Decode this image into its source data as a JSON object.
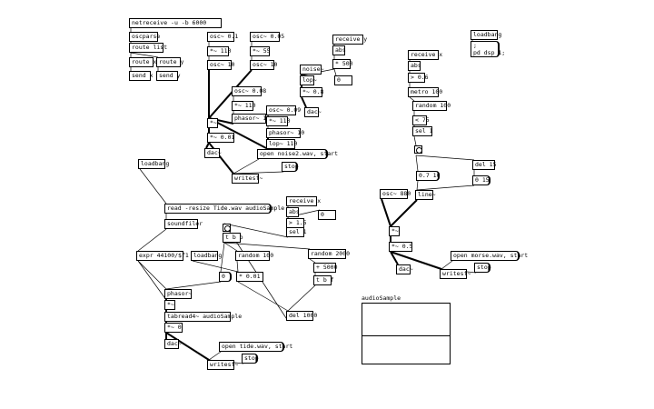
{
  "patch": {
    "objects": [
      {
        "id": "o1",
        "kind": "obj",
        "text": "netreceive -u -b 6000"
      },
      {
        "id": "o2",
        "kind": "obj",
        "text": "oscparse"
      },
      {
        "id": "o3",
        "kind": "obj",
        "text": "route list"
      },
      {
        "id": "o4",
        "kind": "obj",
        "text": "route x"
      },
      {
        "id": "o5",
        "kind": "obj",
        "text": "route y"
      },
      {
        "id": "o6",
        "kind": "obj",
        "text": "send x"
      },
      {
        "id": "o7",
        "kind": "obj",
        "text": "send y"
      },
      {
        "id": "o8",
        "kind": "obj",
        "text": "osc~ 0.1"
      },
      {
        "id": "o9",
        "kind": "obj",
        "text": "*~ 110"
      },
      {
        "id": "o10",
        "kind": "obj",
        "text": "osc~ 10"
      },
      {
        "id": "o11",
        "kind": "obj",
        "text": "osc~ 0.05"
      },
      {
        "id": "o12",
        "kind": "obj",
        "text": "*~ 55"
      },
      {
        "id": "o13",
        "kind": "obj",
        "text": "osc~ 10"
      },
      {
        "id": "o14",
        "kind": "obj",
        "text": "osc~ 0.08"
      },
      {
        "id": "o15",
        "kind": "obj",
        "text": "*~ 110"
      },
      {
        "id": "o16",
        "kind": "obj",
        "text": "phasor~ 10"
      },
      {
        "id": "o17",
        "kind": "obj",
        "text": "osc~ 0.09"
      },
      {
        "id": "o18",
        "kind": "obj",
        "text": "*~ 110"
      },
      {
        "id": "o19",
        "kind": "obj",
        "text": "phasor~ 10"
      },
      {
        "id": "o20",
        "kind": "obj",
        "text": "lop~ 110"
      },
      {
        "id": "o21",
        "kind": "obj",
        "text": "*~"
      },
      {
        "id": "o22",
        "kind": "obj",
        "text": "*~ 0.01"
      },
      {
        "id": "o23",
        "kind": "obj",
        "text": "dac~"
      },
      {
        "id": "o24",
        "kind": "msg",
        "text": "open noise2.wav, start"
      },
      {
        "id": "o25",
        "kind": "msg",
        "text": "stop"
      },
      {
        "id": "o26",
        "kind": "obj",
        "text": "writesf~"
      },
      {
        "id": "o27",
        "kind": "obj",
        "text": "receive y"
      },
      {
        "id": "o28",
        "kind": "obj",
        "text": "abs"
      },
      {
        "id": "o29",
        "kind": "obj",
        "text": "* 500"
      },
      {
        "id": "o30",
        "kind": "num",
        "text": "0"
      },
      {
        "id": "o31",
        "kind": "obj",
        "text": "noise~"
      },
      {
        "id": "o32",
        "kind": "obj",
        "text": "lop~"
      },
      {
        "id": "o33",
        "kind": "obj",
        "text": "*~ 0.8"
      },
      {
        "id": "o34",
        "kind": "obj",
        "text": "dac~"
      },
      {
        "id": "o35",
        "kind": "obj",
        "text": "loadbang"
      },
      {
        "id": "o36",
        "kind": "msg",
        "text": ";\npd dsp 1;"
      },
      {
        "id": "o37",
        "kind": "obj",
        "text": "receive x"
      },
      {
        "id": "o38",
        "kind": "obj",
        "text": "abs"
      },
      {
        "id": "o39",
        "kind": "obj",
        "text": "> 0.6"
      },
      {
        "id": "o40",
        "kind": "obj",
        "text": "metro 100"
      },
      {
        "id": "o41",
        "kind": "obj",
        "text": "random 100"
      },
      {
        "id": "o42",
        "kind": "obj",
        "text": "< 75"
      },
      {
        "id": "o43",
        "kind": "obj",
        "text": "sel 1"
      },
      {
        "id": "o44",
        "kind": "bang",
        "text": ""
      },
      {
        "id": "o45",
        "kind": "msg",
        "text": "0.7 10"
      },
      {
        "id": "o46",
        "kind": "obj",
        "text": "del 15"
      },
      {
        "id": "o47",
        "kind": "msg",
        "text": "0 15"
      },
      {
        "id": "o48",
        "kind": "obj",
        "text": "osc~ 880"
      },
      {
        "id": "o49",
        "kind": "obj",
        "text": "line~"
      },
      {
        "id": "o50",
        "kind": "obj",
        "text": "*~"
      },
      {
        "id": "o51",
        "kind": "obj",
        "text": "*~ 0.5"
      },
      {
        "id": "o52",
        "kind": "obj",
        "text": "dac~"
      },
      {
        "id": "o53",
        "kind": "msg",
        "text": "open morse.wav, start"
      },
      {
        "id": "o54",
        "kind": "msg",
        "text": "stop"
      },
      {
        "id": "o55",
        "kind": "obj",
        "text": "writesf~"
      },
      {
        "id": "o56",
        "kind": "obj",
        "text": "loadbang"
      },
      {
        "id": "o57",
        "kind": "msg",
        "text": "read -resize Tide.wav audioSample"
      },
      {
        "id": "o58",
        "kind": "obj",
        "text": "soundfiler"
      },
      {
        "id": "o59",
        "kind": "obj",
        "text": "receive x"
      },
      {
        "id": "o60",
        "kind": "obj",
        "text": "abs"
      },
      {
        "id": "o61",
        "kind": "num",
        "text": "0"
      },
      {
        "id": "o62",
        "kind": "obj",
        "text": "> 1.5"
      },
      {
        "id": "o63",
        "kind": "obj",
        "text": "sel 1"
      },
      {
        "id": "o64",
        "kind": "bang",
        "text": ""
      },
      {
        "id": "o65",
        "kind": "obj",
        "text": "t b b"
      },
      {
        "id": "o66",
        "kind": "obj",
        "text": "expr 44100/$f1"
      },
      {
        "id": "o67",
        "kind": "obj",
        "text": "loadbang"
      },
      {
        "id": "o68",
        "kind": "obj",
        "text": "random 100"
      },
      {
        "id": "o69",
        "kind": "obj",
        "text": "random 2000"
      },
      {
        "id": "o70",
        "kind": "obj",
        "text": "+ 5000"
      },
      {
        "id": "o71",
        "kind": "obj",
        "text": "t b f"
      },
      {
        "id": "o72",
        "kind": "msg",
        "text": "0"
      },
      {
        "id": "o73",
        "kind": "obj",
        "text": "* 0.01"
      },
      {
        "id": "o74",
        "kind": "obj",
        "text": "phasor~"
      },
      {
        "id": "o75",
        "kind": "obj",
        "text": "*~"
      },
      {
        "id": "o76",
        "kind": "obj",
        "text": "tabread4~ audioSample"
      },
      {
        "id": "o77",
        "kind": "obj",
        "text": "*~ 0"
      },
      {
        "id": "o78",
        "kind": "obj",
        "text": "del 1000"
      },
      {
        "id": "o79",
        "kind": "obj",
        "text": "dac~"
      },
      {
        "id": "o80",
        "kind": "msg",
        "text": "open tide.wav, start"
      },
      {
        "id": "o81",
        "kind": "msg",
        "text": "stop"
      },
      {
        "id": "o82",
        "kind": "obj",
        "text": "writesf~"
      }
    ],
    "array": {
      "name": "audioSample"
    },
    "connections": [
      [
        "o1",
        "o2",
        false
      ],
      [
        "o2",
        "o3",
        false
      ],
      [
        "o3",
        "o4",
        false
      ],
      [
        "o3",
        "o5",
        false
      ],
      [
        "o4",
        "o6",
        false
      ],
      [
        "o5",
        "o7",
        false
      ],
      [
        "o8",
        "o9",
        false
      ],
      [
        "o9",
        "o10",
        false
      ],
      [
        "o10",
        "o21",
        true
      ],
      [
        "o11",
        "o12",
        false
      ],
      [
        "o12",
        "o13",
        false
      ],
      [
        "o13",
        "o21",
        true
      ],
      [
        "o14",
        "o15",
        false
      ],
      [
        "o15",
        "o16",
        false
      ],
      [
        "o16",
        "o21",
        true
      ],
      [
        "o17",
        "o18",
        false
      ],
      [
        "o18",
        "o19",
        false
      ],
      [
        "o19",
        "o20",
        true
      ],
      [
        "o20",
        "o21",
        true
      ],
      [
        "o21",
        "o22",
        true
      ],
      [
        "o22",
        "o23",
        true
      ],
      [
        "o22",
        "o26",
        true
      ],
      [
        "o24",
        "o26",
        false
      ],
      [
        "o25",
        "o26",
        false
      ],
      [
        "o27",
        "o28",
        false
      ],
      [
        "o28",
        "o29",
        false
      ],
      [
        "o29",
        "o30",
        false
      ],
      [
        "o29",
        "o32",
        false
      ],
      [
        "o31",
        "o32",
        true
      ],
      [
        "o32",
        "o33",
        true
      ],
      [
        "o33",
        "o34",
        true
      ],
      [
        "o35",
        "o36",
        false
      ],
      [
        "o37",
        "o38",
        false
      ],
      [
        "o38",
        "o39",
        false
      ],
      [
        "o39",
        "o40",
        false
      ],
      [
        "o40",
        "o41",
        false
      ],
      [
        "o41",
        "o42",
        false
      ],
      [
        "o42",
        "o43",
        false
      ],
      [
        "o43",
        "o44",
        false
      ],
      [
        "o44",
        "o45",
        false
      ],
      [
        "o44",
        "o46",
        false
      ],
      [
        "o46",
        "o47",
        false
      ],
      [
        "o45",
        "o49",
        false
      ],
      [
        "o47",
        "o49",
        false
      ],
      [
        "o48",
        "o50",
        true
      ],
      [
        "o49",
        "o50",
        true
      ],
      [
        "o50",
        "o51",
        true
      ],
      [
        "o51",
        "o52",
        true
      ],
      [
        "o51",
        "o55",
        true
      ],
      [
        "o53",
        "o55",
        false
      ],
      [
        "o54",
        "o55",
        false
      ],
      [
        "o56",
        "o57",
        false
      ],
      [
        "o57",
        "o58",
        false
      ],
      [
        "o58",
        "o66",
        false
      ],
      [
        "o59",
        "o60",
        false
      ],
      [
        "o60",
        "o61",
        false
      ],
      [
        "o60",
        "o62",
        false
      ],
      [
        "o62",
        "o63",
        false
      ],
      [
        "o63",
        "o64",
        false
      ],
      [
        "o64",
        "o65",
        false
      ],
      [
        "o65",
        "o72",
        false
      ],
      [
        "o65",
        "o68",
        false
      ],
      [
        "o67",
        "o73",
        false
      ],
      [
        "o68",
        "o73",
        false
      ],
      [
        "o65",
        "o69",
        false
      ],
      [
        "o69",
        "o70",
        false
      ],
      [
        "o70",
        "o71",
        false
      ],
      [
        "o71",
        "o78",
        false
      ],
      [
        "o78",
        "o64",
        false
      ],
      [
        "o66",
        "o74",
        false
      ],
      [
        "o72",
        "o74",
        false
      ],
      [
        "o73",
        "o78",
        false
      ],
      [
        "o74",
        "o75",
        true
      ],
      [
        "o66",
        "o75",
        false
      ],
      [
        "o75",
        "o76",
        true
      ],
      [
        "o76",
        "o77",
        true
      ],
      [
        "o77",
        "o79",
        true
      ],
      [
        "o77",
        "o82",
        true
      ],
      [
        "o80",
        "o82",
        false
      ],
      [
        "o81",
        "o82",
        false
      ]
    ]
  }
}
